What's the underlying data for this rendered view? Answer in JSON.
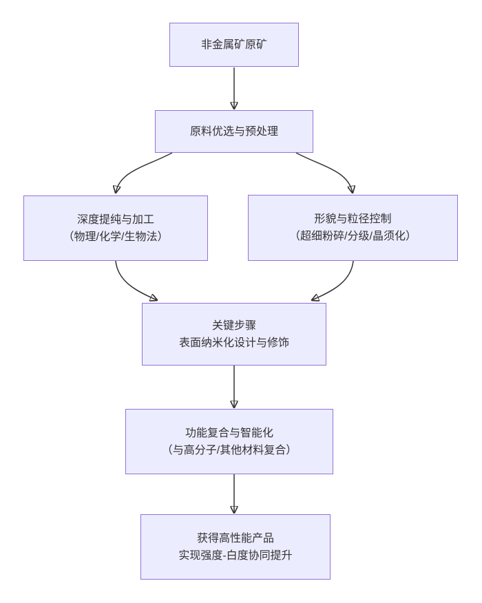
{
  "diagram": {
    "nodes": [
      {
        "id": "raw-ore",
        "lines": [
          "非金属矿原矿"
        ]
      },
      {
        "id": "pretreatment",
        "lines": [
          "原料优选与预处理"
        ]
      },
      {
        "id": "purification",
        "lines": [
          "深度提纯与加工",
          "（物理/化学/生物法）"
        ]
      },
      {
        "id": "morphology",
        "lines": [
          "形貌与粒径控制",
          "（超细粉碎/分级/晶须化）"
        ]
      },
      {
        "id": "key-step",
        "lines": [
          "关键步骤",
          "表面纳米化设计与修饰"
        ]
      },
      {
        "id": "composite",
        "lines": [
          "功能复合与智能化",
          "（与高分子/其他材料复合）"
        ]
      },
      {
        "id": "product",
        "lines": [
          "获得高性能产品",
          "实现强度-白度协同提升"
        ]
      }
    ],
    "edges": [
      {
        "from": "raw-ore",
        "to": "pretreatment"
      },
      {
        "from": "pretreatment",
        "to": "purification"
      },
      {
        "from": "pretreatment",
        "to": "morphology"
      },
      {
        "from": "purification",
        "to": "key-step"
      },
      {
        "from": "morphology",
        "to": "key-step"
      },
      {
        "from": "key-step",
        "to": "composite"
      },
      {
        "from": "composite",
        "to": "product"
      }
    ],
    "colors": {
      "background": "#FFFFFF",
      "node_fill": "#ECECFF",
      "node_border": "#9370DB",
      "arrow": "#333333",
      "text": "#333333"
    }
  }
}
